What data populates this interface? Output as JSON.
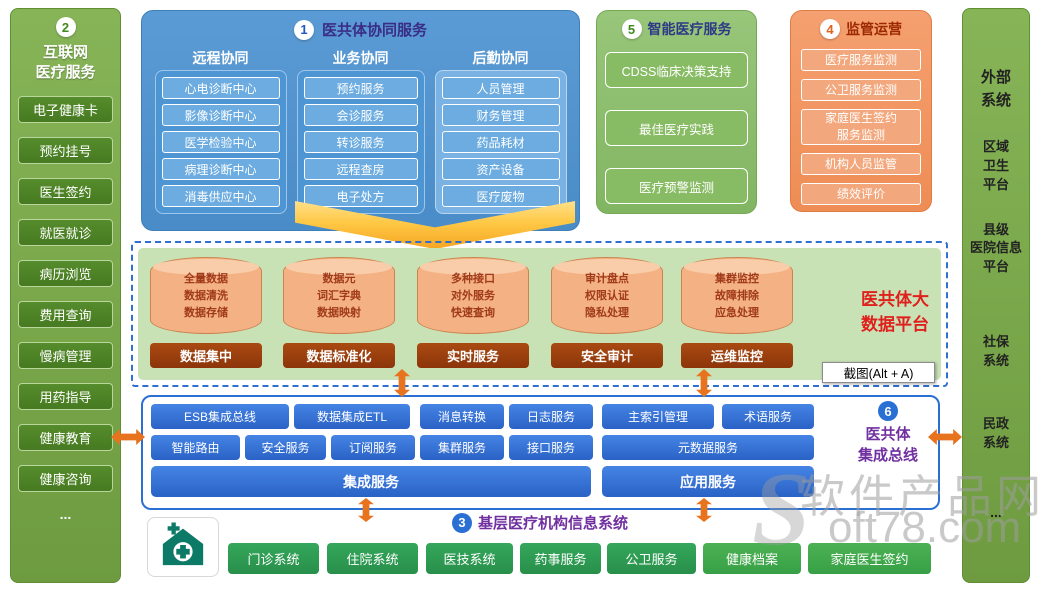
{
  "palette": {
    "green": "#6e9b3f",
    "blue": "#5b9bd5",
    "orange": "#ee8d55",
    "bus_blue": "#2a6fd4",
    "label_brown": "#8c350a",
    "title_purple": "#7030a0",
    "title_red": "#e0201c"
  },
  "left_sidebar": {
    "badge": "2",
    "title": "互联网\n医疗服务",
    "items": [
      "电子健康卡",
      "预约挂号",
      "医生签约",
      "就医就诊",
      "病历浏览",
      "费用查询",
      "慢病管理",
      "用药指导",
      "健康教育",
      "健康咨询"
    ],
    "more": "..."
  },
  "collab": {
    "badge": "1",
    "title": "医共体协同服务",
    "columns": [
      {
        "header": "远程协同",
        "items": [
          "心电诊断中心",
          "影像诊断中心",
          "医学检验中心",
          "病理诊断中心",
          "消毒供应中心"
        ]
      },
      {
        "header": "业务协同",
        "items": [
          "预约服务",
          "会诊服务",
          "转诊服务",
          "远程查房",
          "电子处方"
        ]
      },
      {
        "header": "后勤协同",
        "items": [
          "人员管理",
          "财务管理",
          "药品耗材",
          "资产设备",
          "医疗废物"
        ]
      }
    ]
  },
  "smart": {
    "badge": "5",
    "title": "智能医疗服务",
    "items": [
      "CDSS临床决策支持",
      "最佳医疗实践",
      "医疗预警监测"
    ]
  },
  "regulation": {
    "badge": "4",
    "title": "监管运营",
    "items": [
      "医疗服务监测",
      "公卫服务监测",
      "家庭医生签约\n服务监测",
      "机构人员监管",
      "绩效评价"
    ]
  },
  "right_sidebar": {
    "title": "外部\n系统",
    "items": [
      "区域\n卫生\n平台",
      "县级\n医院信息\n平台",
      "社保\n系统",
      "民政\n系统"
    ],
    "more": "..."
  },
  "platform": {
    "title": "医共体大\n数据平台",
    "cylinders": [
      {
        "lines": "全量数据\n数据清洗\n数据存储",
        "label": "数据集中"
      },
      {
        "lines": "数据元\n词汇字典\n数据映射",
        "label": "数据标准化"
      },
      {
        "lines": "多种接口\n对外服务\n快速查询",
        "label": "实时服务"
      },
      {
        "lines": "审计盘点\n权限认证\n隐私处理",
        "label": "安全审计"
      },
      {
        "lines": "集群监控\n故障排除\n应急处理",
        "label": "运维监控"
      }
    ]
  },
  "screenshot_tooltip": "截图(Alt + A)",
  "bus": {
    "badge": "6",
    "title": "医共体\n集成总线",
    "row1": [
      "ESB集成总线",
      "数据集成ETL",
      "消息转换",
      "日志服务",
      "主索引管理",
      "术语服务"
    ],
    "row2": [
      "智能路由",
      "安全服务",
      "订阅服务",
      "集群服务",
      "接口服务",
      "元数据服务"
    ],
    "row3": [
      "集成服务",
      "应用服务"
    ]
  },
  "bottom": {
    "badge": "3",
    "title": "基层医疗机构信息系统",
    "items": [
      "门诊系统",
      "住院系统",
      "医技系统",
      "药事服务",
      "公卫服务",
      "健康档案",
      "家庭医生签约"
    ]
  },
  "watermark": {
    "logo": "S",
    "text": "软件产品网",
    "domain": "oft78.com"
  }
}
